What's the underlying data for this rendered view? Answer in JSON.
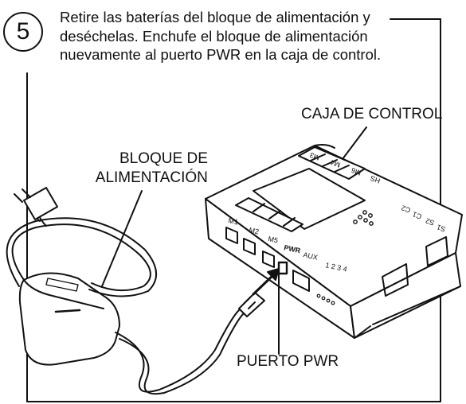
{
  "step": {
    "number": "5",
    "instructions": [
      "Retire las baterías del bloque de alimentación y",
      "deséchelas. Enchufe el bloque de alimentación",
      "nuevamente al puerto PWR en la caja de control."
    ]
  },
  "callouts": {
    "control_box": "CAJA DE CONTROL",
    "power_block_line1": "BLOQUE DE",
    "power_block_line2": "ALIMENTACIÓN",
    "pwr_port": "PUERTO PWR"
  },
  "control_box_markings": {
    "motor_ports_top": [
      "M3",
      "M4",
      "M6",
      "HS"
    ],
    "motor_ports_bottom": [
      "M1",
      "M2",
      "M5",
      "PWR",
      "AUX"
    ],
    "sensor_ports": [
      "C2",
      "C1",
      "S2",
      "S1"
    ],
    "aux_numbers": "1 2 3 4"
  },
  "icons": [
    "step-number-circle",
    "control-box-illustration",
    "power-adapter-illustration",
    "wall-plug-icon",
    "arrow-icon"
  ]
}
